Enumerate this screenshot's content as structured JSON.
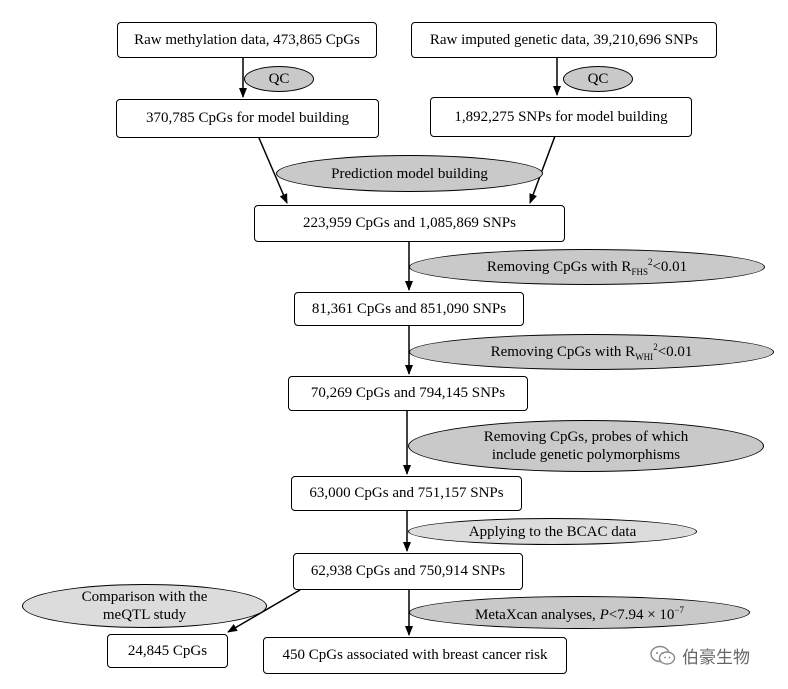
{
  "boxes": {
    "raw_methylation": "Raw methylation data, 473,865 CpGs",
    "raw_genetic": "Raw imputed genetic data, 39,210,696 SNPs",
    "cpgs_model": "370,785  CpGs for model building",
    "snps_model": "1,892,275 SNPs for model building",
    "step1": "223,959 CpGs and 1,085,869 SNPs",
    "step2": "81,361 CpGs and 851,090 SNPs",
    "step3": "70,269 CpGs and 794,145 SNPs",
    "step4": "63,000 CpGs and 751,157 SNPs",
    "step5": "62,938 CpGs and 750,914 SNPs",
    "meqtl_result": "24,845 CpGs",
    "final": "450 CpGs associated with breast cancer risk"
  },
  "ellipses": {
    "qc_left": "QC",
    "qc_right": "QC",
    "prediction": "Prediction model building",
    "remove_fhs": {
      "prefix": "Removing CpGs with R",
      "sub": "FHS",
      "sup": "2",
      "suffix": "<0.01"
    },
    "remove_whi": {
      "prefix": "Removing CpGs with R",
      "sub": "WHI",
      "sup": "2",
      "suffix": "<0.01"
    },
    "remove_probes_line1": "Removing CpGs, probes of which",
    "remove_probes_line2": "include genetic  polymorphisms",
    "bcac": "Applying to the BCAC data",
    "meqtl_line1": "Comparison with the",
    "meqtl_line2": "meQTL study",
    "metaxcan": {
      "prefix": "MetaXcan analyses, ",
      "p": "P",
      "mid": "<7.94 × 10",
      "sup": "−7"
    }
  },
  "watermark": "伯豪生物"
}
